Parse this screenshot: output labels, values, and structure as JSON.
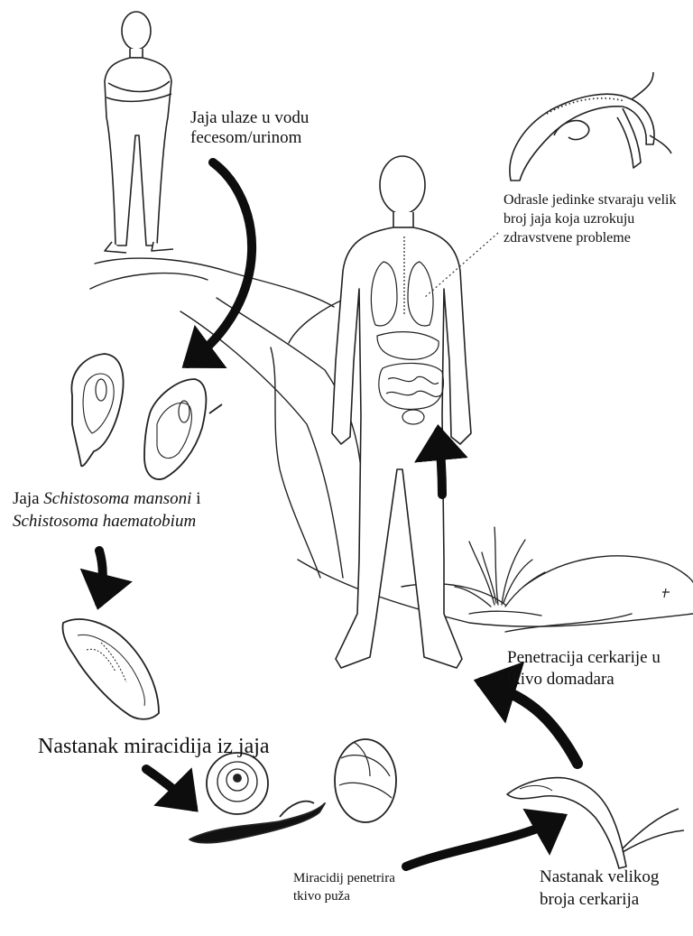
{
  "diagram": {
    "labels": {
      "eggs_to_water": [
        "Jaja ulaze u vodu",
        "fecesom/urinom"
      ],
      "adult_worms": [
        "Odrasle jedinke stvaraju velik",
        "broj jaja koja uzrokuju",
        "zdravstvene probleme"
      ],
      "egg_species": {
        "line1_prefix": "Jaja ",
        "species1": "Schistosoma mansoni",
        "line1_suffix": " i",
        "species2": "Schistosoma haematobium"
      },
      "miracidium_hatch": "Nastanak miracidija iz jaja",
      "cercaria_penetration": [
        "Penetracija cerkarije u",
        "tkivo domadara"
      ],
      "miracidium_snail": [
        "Miracidij penetrira",
        "tkivo puža"
      ],
      "cercariae_formation": [
        "Nastanak velikog",
        "broja cerkarija"
      ]
    },
    "colors": {
      "ink": "#111111",
      "arrow": "#0d0d0d",
      "paper": "#ffffff"
    }
  }
}
